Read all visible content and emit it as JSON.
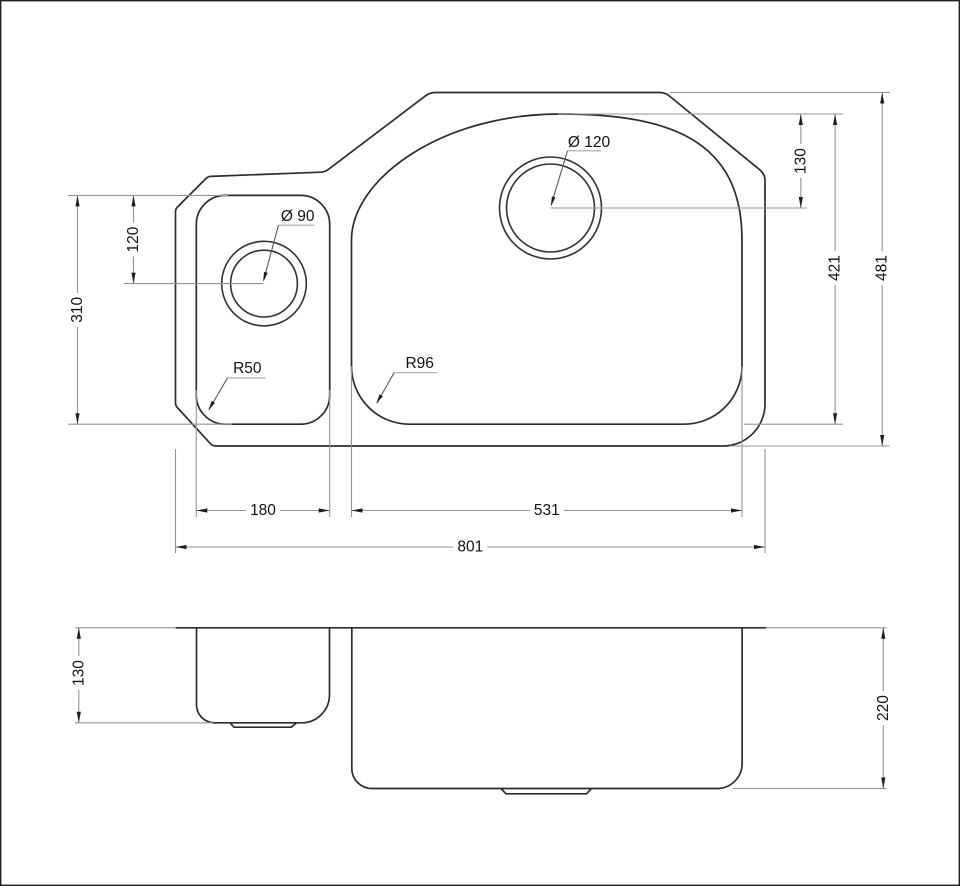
{
  "drawing": {
    "type": "technical dimension drawing",
    "subject": "double-bowl undermount kitchen sink",
    "views": [
      "plan view",
      "front section view"
    ],
    "colors": {
      "background": "#ffffff",
      "outline": "#2d2d2d",
      "dimension_line": "#949494",
      "text": "#111111",
      "frame": "#1f1f1f"
    },
    "plan_view": {
      "overall_width": "801",
      "overall_height": "481",
      "small_bowl": {
        "width": "180",
        "height": "310",
        "corner_radius": "R50",
        "drain_diameter": "Ø 90",
        "drain_offset_from_top": "120"
      },
      "large_bowl": {
        "width": "531",
        "height": "421",
        "corner_radius": "R96",
        "drain_diameter": "Ø 120",
        "drain_offset_from_top": "130"
      }
    },
    "side_view": {
      "small_bowl_depth": "130",
      "large_bowl_depth": "220"
    }
  }
}
